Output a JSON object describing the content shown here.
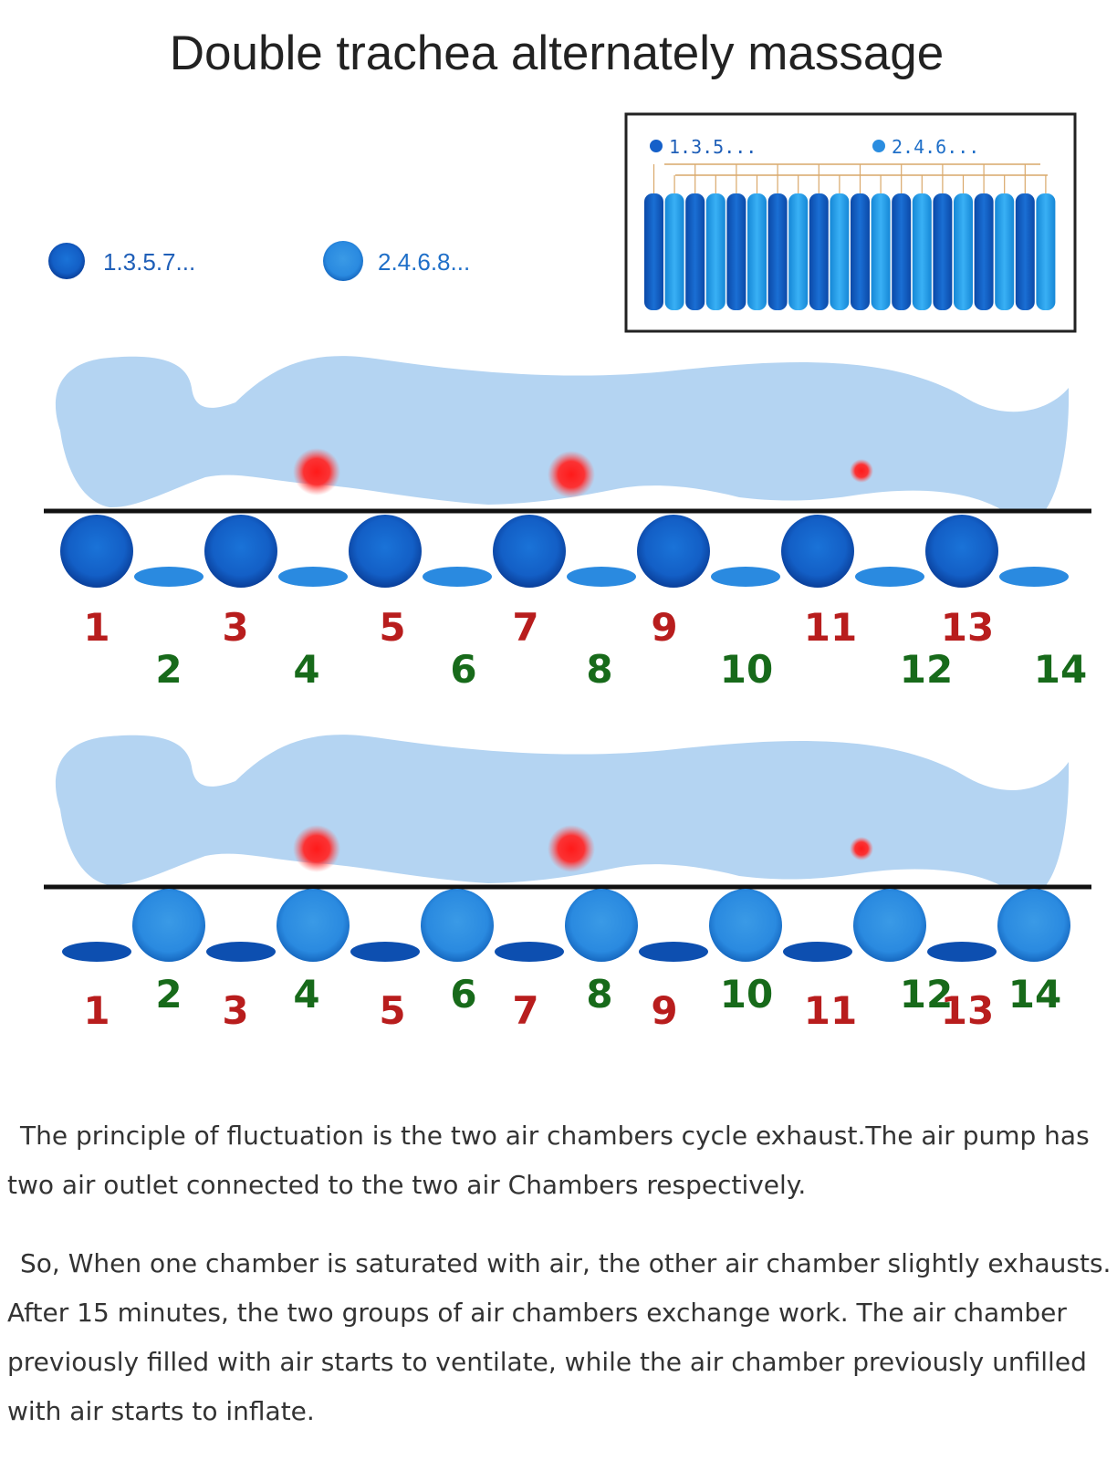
{
  "title": "Double trachea alternately massage",
  "legend": {
    "odd": {
      "label": "1.3.5.7...",
      "color": "#1560c9"
    },
    "even": {
      "label": "2.4.6.8...",
      "color": "#2a8de0"
    }
  },
  "inset": {
    "odd_label": "1.3.5...",
    "even_label": "2.4.6...",
    "tube_count": 20,
    "colors": {
      "odd": "#1560c9",
      "even": "#23a0f0",
      "pipe": "#d9a86a"
    }
  },
  "colors": {
    "body": "#b4d4f2",
    "pressure_point": "#ff2424",
    "odd_number": "#b81d1d",
    "even_number": "#176a1a",
    "line": "#111111"
  },
  "panels": [
    {
      "inflated_group": "odd",
      "chambers": [
        "1",
        "2",
        "3",
        "4",
        "5",
        "6",
        "7",
        "8",
        "9",
        "10",
        "11",
        "12",
        "13",
        "14"
      ]
    },
    {
      "inflated_group": "even",
      "chambers": [
        "1",
        "2",
        "3",
        "4",
        "5",
        "6",
        "7",
        "8",
        "9",
        "10",
        "11",
        "12",
        "13",
        "14"
      ]
    }
  ],
  "description": {
    "p1_line1": "The principle of fluctuation is the two air chambers cycle exhaust.The air pump has",
    "p1_line2": "two air outlet connected to the two air Chambers respectively.",
    "p2_line1": "So, When one chamber is saturated with air, the other air chamber slightly exhausts.",
    "p2_line2": "After 15 minutes, the two groups of air chambers exchange work. The air chamber",
    "p2_line3": "previously filled with air starts to ventilate, while the air chamber previously unfilled",
    "p2_line4": "with air starts to inflate."
  }
}
